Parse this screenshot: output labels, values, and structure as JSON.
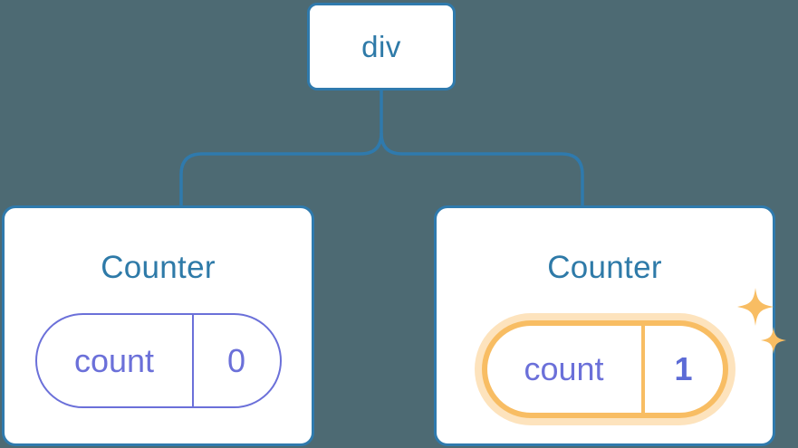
{
  "diagram": {
    "type": "component-tree",
    "background_color": "#4d6a73",
    "node_border_color": "#2f7aad",
    "heading_color": "#2e7aa8",
    "state_color": "#6b70d9",
    "highlight_color": "#f8bd63",
    "highlight_glow_color": "#fde3bd"
  },
  "root": {
    "label": "div"
  },
  "children": [
    {
      "title": "Counter",
      "state": {
        "key": "count",
        "value": "0",
        "highlighted": false
      }
    },
    {
      "title": "Counter",
      "state": {
        "key": "count",
        "value": "1",
        "highlighted": true
      },
      "sparkle_icon": "sparkles-icon"
    }
  ]
}
